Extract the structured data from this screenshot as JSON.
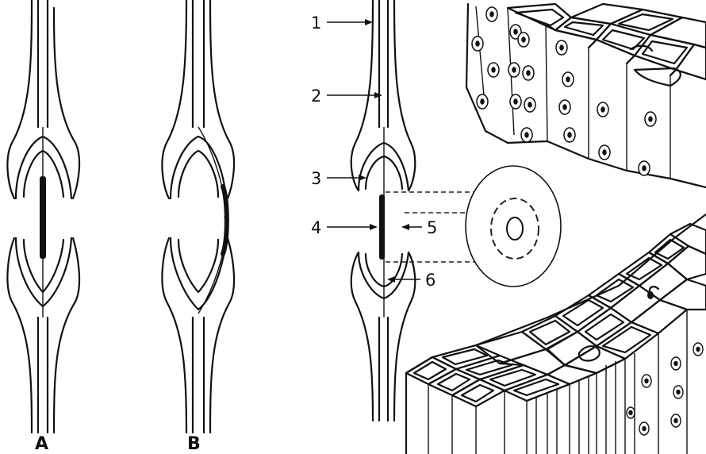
{
  "panels": {
    "a": "A",
    "b": "B"
  },
  "callouts": [
    "1",
    "2",
    "3",
    "4",
    "5",
    "6"
  ]
}
